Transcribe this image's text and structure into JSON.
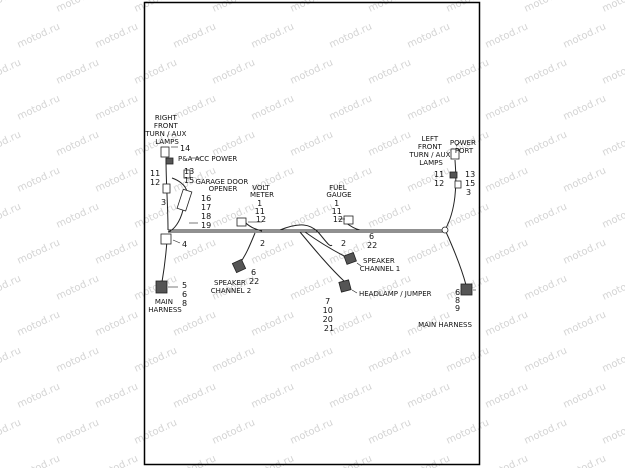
{
  "watermark": "motod.ru",
  "labels": {
    "right_front": [
      "RIGHT",
      "FRONT",
      "TURN / AUX",
      "LAMPS"
    ],
    "pa_acc_power": "P&A ACC POWER",
    "garage_door": [
      "GARAGE DOOR",
      "OPENER"
    ],
    "volt_meter": [
      "VOLT",
      "METER"
    ],
    "fuel_gauge": [
      "FUEL",
      "GAUGE"
    ],
    "left_front": [
      "LEFT",
      "FRONT",
      "TURN / AUX",
      "LAMPS"
    ],
    "power_port": [
      "POWER",
      "PORT"
    ],
    "speaker_ch1": [
      "SPEAKER",
      "CHANNEL 1"
    ],
    "speaker_ch2": [
      "SPEAKER",
      "CHANNEL 2"
    ],
    "headlamp": "HEADLAMP / JUMPER",
    "main_harness_left": [
      "MAIN",
      "HARNESS"
    ],
    "main_harness_right": "MAIN HARNESS"
  },
  "callouts": {
    "rf_14": "14",
    "rf_13_15": [
      "13",
      "15"
    ],
    "rf_11_12": [
      "11",
      "12"
    ],
    "rf_3": "3",
    "gdo": [
      "16",
      "17",
      "18",
      "19"
    ],
    "rf_4": "4",
    "mh_left": [
      "5",
      "6",
      "8"
    ],
    "vm": [
      "1",
      "11",
      "12"
    ],
    "vm_2": "2",
    "sc2": [
      "6",
      "22"
    ],
    "fg": [
      "1",
      "11",
      "12"
    ],
    "fg_2": "2",
    "sc1": [
      "6",
      "22"
    ],
    "hl": [
      "7",
      "10",
      "20",
      "21"
    ],
    "lf_11_12": [
      "11",
      "12"
    ],
    "lf_13_15": [
      "13",
      "15"
    ],
    "lf_3": "3",
    "mh_right": [
      "6",
      "8",
      "9"
    ]
  }
}
